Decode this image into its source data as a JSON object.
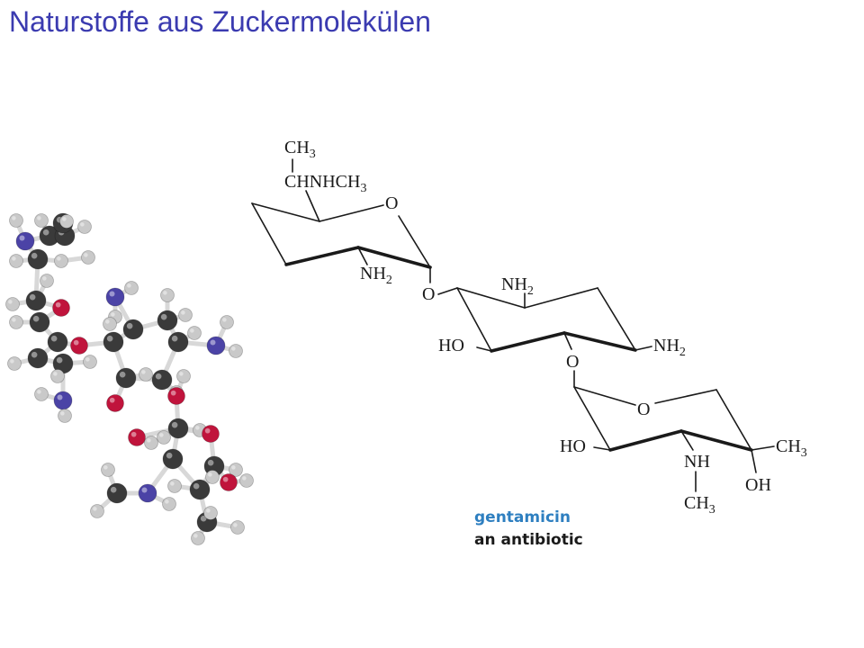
{
  "title": "Naturstoffe aus Zuckermolekülen",
  "colors": {
    "title": "#3b3bb0",
    "caption_name": "#2e7fc0",
    "caption_desc": "#1a1a1a",
    "carbon": "#3a3a3a",
    "hydrogen": "#c9c9c9",
    "oxygen": "#c0143c",
    "nitrogen": "#4b43a6",
    "stick": "#d8d8d8"
  },
  "structure": {
    "ring1": {
      "ch3_top": {
        "main": "CH",
        "sub": "3"
      },
      "chnhch3": {
        "main": "CHNHCH",
        "sub": "3"
      },
      "ring_o": {
        "main": "O"
      },
      "nh2": {
        "main": "NH",
        "sub": "2"
      },
      "link_o": {
        "main": "O"
      }
    },
    "ring2": {
      "nh2_top": {
        "main": "NH",
        "sub": "2"
      },
      "ho": {
        "main": "HO"
      },
      "nh2_right": {
        "main": "NH",
        "sub": "2"
      },
      "link_o": {
        "main": "O"
      }
    },
    "ring3": {
      "ring_o": {
        "main": "O"
      },
      "ho": {
        "main": "HO"
      },
      "ch3_right": {
        "main": "CH",
        "sub": "3"
      },
      "nh": {
        "main": "NH"
      },
      "oh": {
        "main": "OH"
      },
      "ch3_bottom": {
        "main": "CH",
        "sub": "3"
      }
    }
  },
  "caption": {
    "name": "gentamicin",
    "description": "an antibiotic"
  }
}
